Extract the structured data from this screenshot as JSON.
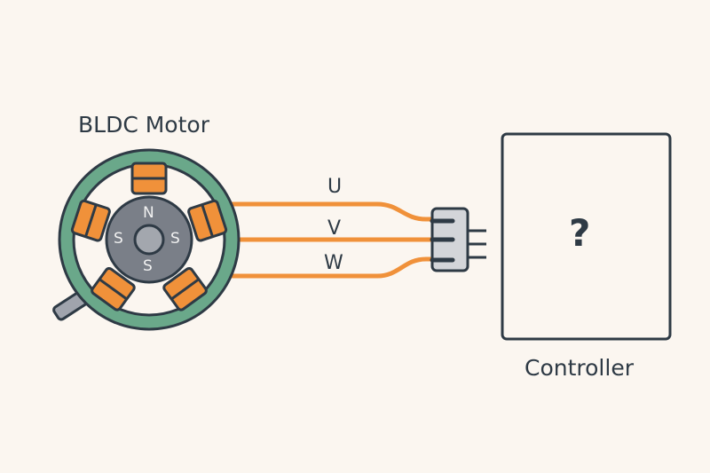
{
  "diagram": {
    "motor": {
      "title": "BLDC Motor",
      "poles": {
        "top": "N",
        "left": "S",
        "right": "S",
        "bottom": "S"
      },
      "coil_count": 5
    },
    "phases": [
      {
        "id": "U",
        "label": "U"
      },
      {
        "id": "V",
        "label": "V"
      },
      {
        "id": "W",
        "label": "W"
      }
    ],
    "connector": {
      "pin_count": 3
    },
    "controller": {
      "label": "Controller",
      "content": "?"
    },
    "colors": {
      "background": "#fbf6f0",
      "stator_ring": "#6aa88a",
      "coil": "#f0913a",
      "wire": "#f0913a",
      "rotor": "#7a7f88",
      "hub": "#a3a7ae",
      "shaft": "#a0a4ad",
      "connector": "#d3d5d9",
      "outline": "#2e3a45"
    }
  }
}
